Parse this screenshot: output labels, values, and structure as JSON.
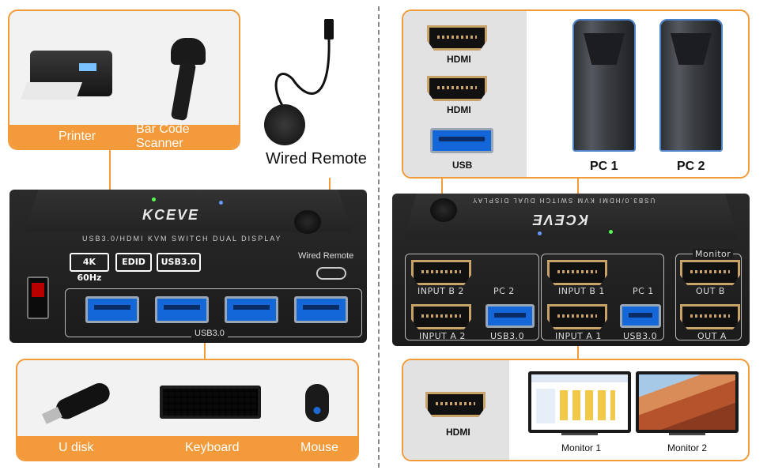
{
  "left": {
    "peripherals_top": [
      "Printer",
      "Bar Code Scanner"
    ],
    "wired_remote_caption": "Wired Remote",
    "kvm": {
      "brand": "KCEVE",
      "model_line": "USB3.0/HDMI KVM SWITCH DUAL DISPLAY",
      "badges": [
        "4K 60Hz",
        "EDID",
        "USB3.0"
      ],
      "remote_port_label": "Wired Remote",
      "usb_label": "USB3.0"
    },
    "peripherals_bottom": [
      "U disk",
      "Keyboard",
      "Mouse"
    ]
  },
  "right": {
    "ports": [
      "HDMI",
      "HDMI",
      "USB"
    ],
    "pcs": [
      "PC 1",
      "PC 2"
    ],
    "kvm": {
      "brand": "KCEVE",
      "model_line": "USB3.0/HDMI KVM SWITCH DUAL DISPLAY",
      "monitor_label": "Monitor",
      "labels": {
        "input_b2": "INPUT B 2",
        "pc2": "PC 2",
        "input_b1": "INPUT B 1",
        "pc1": "PC 1",
        "out_b": "OUT B",
        "input_a2": "INPUT A 2",
        "usb_a2": "USB3.0",
        "input_a1": "INPUT A 1",
        "usb_a1": "USB3.0",
        "out_a": "OUT A"
      }
    },
    "bottom_port": "HDMI",
    "monitors": [
      "Monitor 1",
      "Monitor 2"
    ]
  },
  "colors": {
    "accent": "#f39a3b",
    "usb_blue": "#1467d8",
    "hdmi_gold": "#c9a26a"
  }
}
